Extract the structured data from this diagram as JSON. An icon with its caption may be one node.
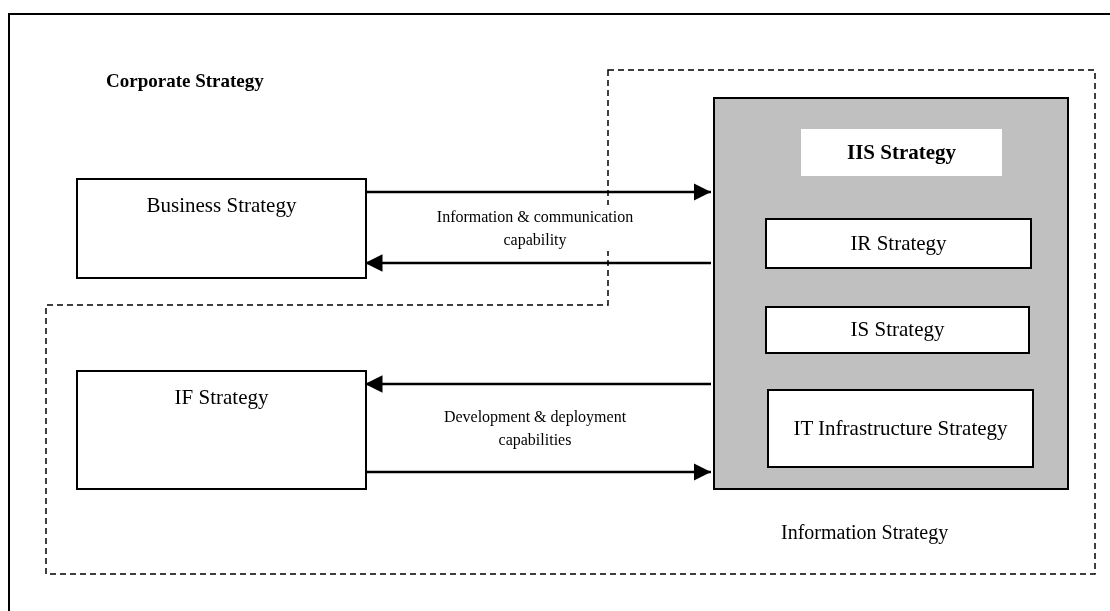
{
  "diagram": {
    "nodes": [
      {
        "text": [
          "Corporate Strategy"
        ]
      },
      {
        "text": [
          "Business Strategy"
        ],
        "in": 0
      },
      {
        "text": [
          "Information Strategy"
        ],
        "in": 0
      },
      {
        "text": [
          "IF Strategy"
        ],
        "in": 2
      },
      {
        "text": [
          "IIS Strategy"
        ],
        "in": 2
      },
      {
        "text": [
          "IR Strategy"
        ],
        "in": 4
      },
      {
        "text": [
          "IS Strategy"
        ],
        "in": 4
      },
      {
        "text": [
          "IT Infrastructure Strategy"
        ],
        "in": 4
      }
    ],
    "edges": [
      {
        "from": 1,
        "to": 4,
        "arrow": "to",
        "label": "Information & communication capability"
      },
      {
        "from": 4,
        "to": 1,
        "arrow": "to"
      },
      {
        "from": 4,
        "to": 3,
        "arrow": "to",
        "label": "Development & deployment capabilities"
      },
      {
        "from": 3,
        "to": 4,
        "arrow": "to"
      }
    ]
  }
}
